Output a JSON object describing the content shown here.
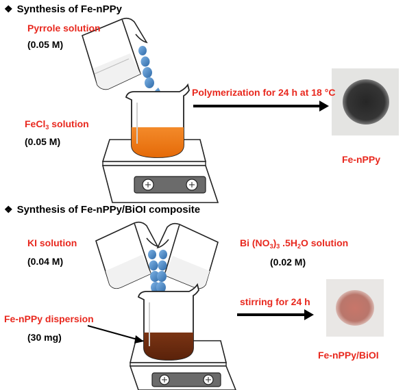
{
  "section1": {
    "bullet": "❖",
    "title": "Synthesis of Fe-nPPy",
    "pyrrole_label": "Pyrrole solution",
    "pyrrole_conc": "(0.05 M)",
    "fecl3_label_pre": "FeCl",
    "fecl3_label_sub": "3",
    "fecl3_label_post": " solution",
    "fecl3_conc": "(0.05 M)",
    "process": "Polymerization for 24 h at 18 °C",
    "product": "Fe-nPPy"
  },
  "section2": {
    "bullet": "❖",
    "title": "Synthesis of Fe-nPPy/BiOI composite",
    "ki_label": "KI solution",
    "ki_conc": "(0.04 M)",
    "bi_label_a": "Bi (NO",
    "bi_label_b": "3",
    "bi_label_c": ")",
    "bi_label_d": "3",
    "bi_label_e": " .5H",
    "bi_label_f": "2",
    "bi_label_g": "O solution",
    "bi_conc": "(0.02 M)",
    "dispersion_label": "Fe-nPPy dispersion",
    "dispersion_amount": "(30 mg)",
    "process": "stirring for 24 h",
    "product": "Fe-nPPy/BiOI"
  },
  "colors": {
    "label_red": "#e8281e",
    "drop_blue": "#3f7fbf",
    "orange_solution": "#f07a14",
    "brown_solution": "#6b2c0e",
    "product_black": "#2e2e2e",
    "product_pink": "#c07468"
  }
}
